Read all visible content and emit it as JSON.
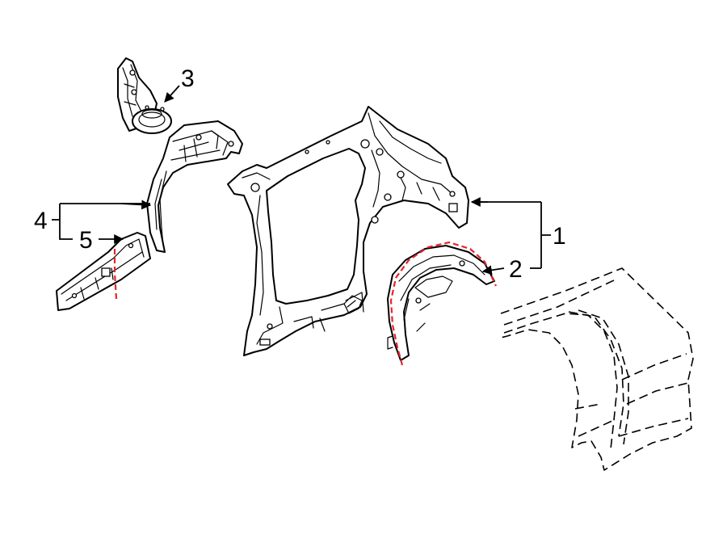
{
  "callouts": [
    {
      "label": "1"
    },
    {
      "label": "2"
    },
    {
      "label": "3"
    },
    {
      "label": "4"
    },
    {
      "label": "5"
    }
  ],
  "colors": {
    "line": "#000000",
    "hidden_line": "#000000",
    "cut_line": "#e8232a",
    "background": "#ffffff"
  }
}
